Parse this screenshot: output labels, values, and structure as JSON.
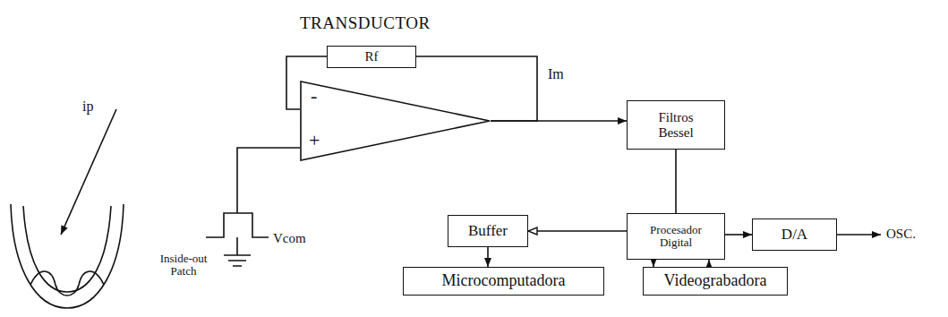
{
  "diagram": {
    "title": "TRANSDUCTOR",
    "nodes": [
      {
        "text": [
          "Rf"
        ]
      },
      {
        "text": [
          "-",
          "+"
        ]
      },
      {
        "text": [
          "Filtros Bessel"
        ]
      },
      {
        "text": [
          "Buffer"
        ]
      },
      {
        "text": [
          "Procesador Digital"
        ]
      },
      {
        "text": [
          "D/A"
        ]
      },
      {
        "text": [
          "Microcomputadora"
        ]
      },
      {
        "text": [
          "Videograbadora"
        ]
      }
    ],
    "edges": [
      {
        "from": 1,
        "to": 0,
        "arrow": "none"
      },
      {
        "from": 0,
        "to": 1,
        "arrow": "none"
      },
      {
        "from": 1,
        "to": 2,
        "arrow": "to"
      },
      {
        "from": 2,
        "to": 4,
        "arrow": "none"
      },
      {
        "from": 4,
        "to": 3,
        "arrow": "to"
      },
      {
        "from": 3,
        "to": 6,
        "arrow": "to"
      },
      {
        "from": 4,
        "to": 7,
        "arrow": "to"
      },
      {
        "from": 7,
        "to": 4,
        "arrow": "to"
      },
      {
        "from": 4,
        "to": 5,
        "arrow": "to"
      }
    ],
    "labels": [
      "ip",
      "Im",
      "Vcom",
      "Inside-out Patch",
      "OSC."
    ]
  }
}
